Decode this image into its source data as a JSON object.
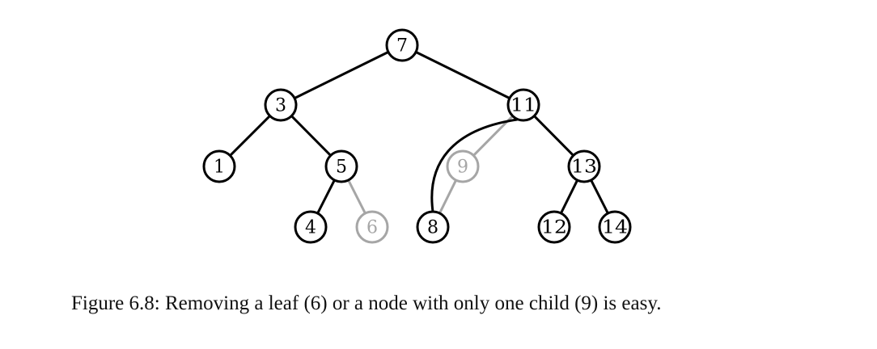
{
  "colors": {
    "normal": "#000000",
    "removed": "#a6a6a6"
  },
  "caption": "Figure 6.8: Removing a leaf (6) or a node with only one child (9) is easy.",
  "nodes": [
    {
      "id": "n7",
      "label": "7",
      "state": "normal"
    },
    {
      "id": "n3",
      "label": "3",
      "state": "normal"
    },
    {
      "id": "n11",
      "label": "11",
      "state": "normal"
    },
    {
      "id": "n1",
      "label": "1",
      "state": "normal"
    },
    {
      "id": "n5",
      "label": "5",
      "state": "normal"
    },
    {
      "id": "n9",
      "label": "9",
      "state": "removed"
    },
    {
      "id": "n13",
      "label": "13",
      "state": "normal"
    },
    {
      "id": "n4",
      "label": "4",
      "state": "normal"
    },
    {
      "id": "n6",
      "label": "6",
      "state": "removed"
    },
    {
      "id": "n8",
      "label": "8",
      "state": "normal"
    },
    {
      "id": "n12",
      "label": "12",
      "state": "normal"
    },
    {
      "id": "n14",
      "label": "14",
      "state": "normal"
    }
  ],
  "edges": [
    {
      "from": "n7",
      "to": "n3",
      "state": "normal"
    },
    {
      "from": "n7",
      "to": "n11",
      "state": "normal"
    },
    {
      "from": "n3",
      "to": "n1",
      "state": "normal"
    },
    {
      "from": "n3",
      "to": "n5",
      "state": "normal"
    },
    {
      "from": "n5",
      "to": "n4",
      "state": "normal"
    },
    {
      "from": "n5",
      "to": "n6",
      "state": "removed"
    },
    {
      "from": "n11",
      "to": "n9",
      "state": "removed"
    },
    {
      "from": "n9",
      "to": "n8",
      "state": "removed"
    },
    {
      "from": "n11",
      "to": "n13",
      "state": "normal"
    },
    {
      "from": "n13",
      "to": "n12",
      "state": "normal"
    },
    {
      "from": "n13",
      "to": "n14",
      "state": "normal"
    },
    {
      "from": "n11",
      "to": "n8",
      "state": "normal",
      "curved": true
    }
  ]
}
